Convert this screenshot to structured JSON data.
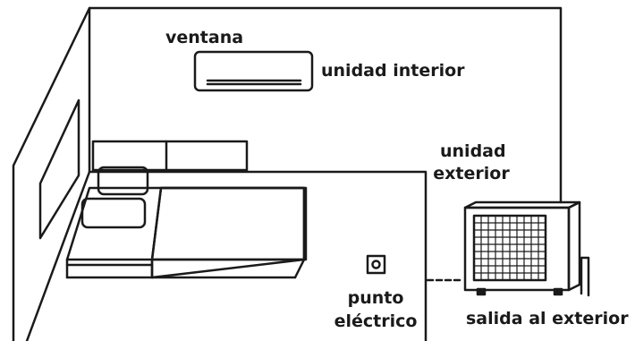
{
  "labels": {
    "window": "ventana",
    "indoor_unit": "unidad interior",
    "outdoor_unit_line1": "unidad",
    "outdoor_unit_line2": "exterior",
    "outlet_line1": "punto",
    "outlet_line2": "eléctrico",
    "exit": "salida al exterior"
  },
  "colors": {
    "line": "#1a1a1a",
    "background": "#ffffff"
  }
}
